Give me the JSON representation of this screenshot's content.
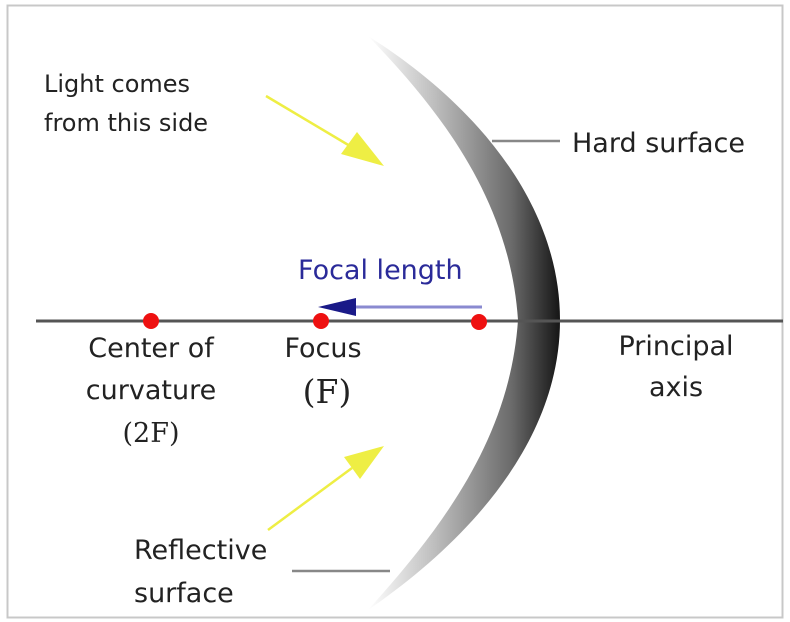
{
  "labels": {
    "light_line1": "Light comes",
    "light_line2": "from this side",
    "hard_surface": "Hard surface",
    "focal_length": "Focal length",
    "center_line1": "Center of",
    "center_line2": "curvature",
    "center_line3": "(2F)",
    "focus_line1": "Focus",
    "focus_line2": "(F)",
    "axis_line1": "Principal",
    "axis_line2": "axis",
    "reflective_line1": "Reflective",
    "reflective_line2": "surface"
  },
  "colors": {
    "frame": "#c8c8c8",
    "axis": "#555555",
    "point": "#ee1111",
    "light_arrow": "#eeee44",
    "focal_text": "#2a2a99",
    "focal_arrow": "#8a8ad0",
    "focal_arrowhead": "#1a1a88",
    "leader": "#888888",
    "text": "#222222"
  }
}
